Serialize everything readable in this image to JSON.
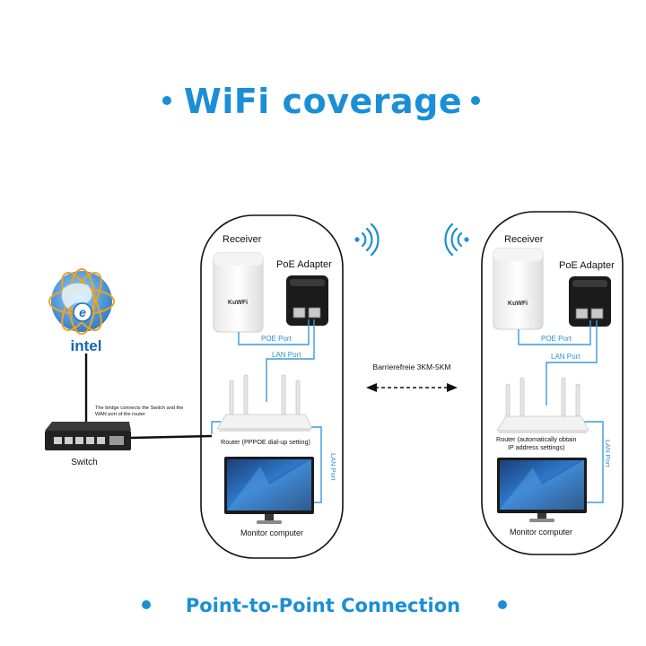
{
  "title": "WiFi coverage",
  "footer": "Point-to-Point Connection",
  "colors": {
    "accent": "#1a8fd6",
    "line_blue": "#3a9ad9",
    "cable": "#111111",
    "panel_border": "#111111"
  },
  "isp": {
    "logo_text": "intel"
  },
  "switch": {
    "label": "Switch"
  },
  "bridge_note": {
    "line1": "The bridge connects the Switch and the",
    "line2": "WAN port of the router"
  },
  "distance_label": "Barrierefreie 3KM-5KM",
  "left_station": {
    "receiver_label": "Receiver",
    "brand": "KuWFi",
    "poe_label": "PoE Adapter",
    "poe_port": "POE Port",
    "lan_port": "LAN Port",
    "router_label": "Router (PPPOE dial-up setting)",
    "lan_port_vertical": "LAN Port",
    "monitor_label": "Monitor computer"
  },
  "right_station": {
    "receiver_label": "Receiver",
    "brand": "KuWFi",
    "poe_label": "PoE Adapter",
    "poe_port": "POE Port",
    "lan_port": "LAN Port",
    "router_label_line1": "Router (automatically obtain",
    "router_label_line2": "IP address settings)",
    "lan_port_vertical": "LAN Port",
    "monitor_label": "Monitor computer"
  },
  "icons": [
    "wifi-signal-right-icon",
    "wifi-signal-left-icon",
    "globe-icon",
    "receiver-icon",
    "poe-adapter-icon",
    "router-icon",
    "monitor-icon",
    "switch-icon"
  ]
}
